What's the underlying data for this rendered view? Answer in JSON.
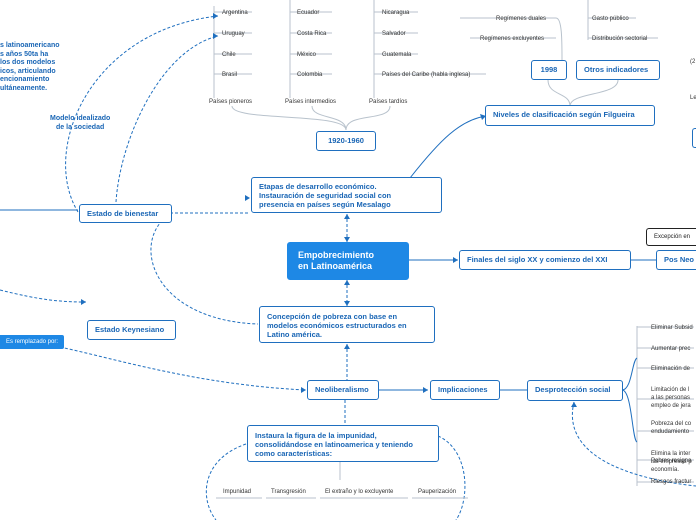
{
  "central": "Empobrecimiento\nen Latinoamérica",
  "etapas": "Etapas de desarrollo económico.\nInstauración de seguridad social con\npresencia en países según Mesalago",
  "concepcion": "Concepción de pobreza con base en\nmodelos económicos estructurados en\nLatino américa.",
  "neoliberalismo": "Neoliberalismo",
  "implicaciones": "Implicaciones",
  "desproteccion": "Desprotección social",
  "impunidad_node": "Instaura la figura de la impunidad,\nconsolidándose en latinoamerica y teniendo\ncomo características:",
  "impunidad_leaves": [
    "Impunidad",
    "Transgresión",
    "El extraño y lo excluyente",
    "Pauperización"
  ],
  "bienestar": "Estado de bienestar",
  "keynesiano": "Estado Keynesiano",
  "reemplazado": "Es remplazado por:",
  "periodo": "1920-1960",
  "paises_pioneros": {
    "label": "Países pioneros",
    "items": [
      "Argentina",
      "Uruguay",
      "Chile",
      "Brasil"
    ]
  },
  "paises_intermedios": {
    "label": "Países intermedios",
    "items": [
      "Ecuador",
      "Costa Rica",
      "México",
      "Colombia"
    ]
  },
  "paises_tardios": {
    "label": "Países tardíos",
    "items": [
      "Nicaragua",
      "Salvador",
      "Guatemala",
      "Países del Caribe (habla inglesa)"
    ]
  },
  "niveles": "Niveles de clasificación según Filgueira",
  "anio": "1998",
  "otros": "Otros indicadores",
  "regimenes": [
    "Regímenes duales",
    "Regímenes excluyentes"
  ],
  "indicadores": [
    "Gasto público",
    "Distribución sectorial"
  ],
  "finales": "Finales del siglo XX y comienzo del XXI",
  "pos": "Pos Neo",
  "excepcion": "Excepción en",
  "desproteccion_items": [
    "Eliminar Subsid",
    "Aumentar prec",
    "Eliminación de",
    "Limitación de l\na las personas\nempleo de jera",
    "Pobreza del co\nendudamiento",
    "Elimina la inter\nlas empresas p\neconomía.",
    "Pobres resigna",
    "Riesgos fractur"
  ],
  "edge_text": [
    "(2",
    "Le"
  ],
  "modelo_note": "Modelo idealizado\nde la sociedad",
  "top_left_note": "s latinoamericano\ns años 50ta ha\nlos dos modelos\nicos, articulando\nencionamiento\nultáneamente."
}
